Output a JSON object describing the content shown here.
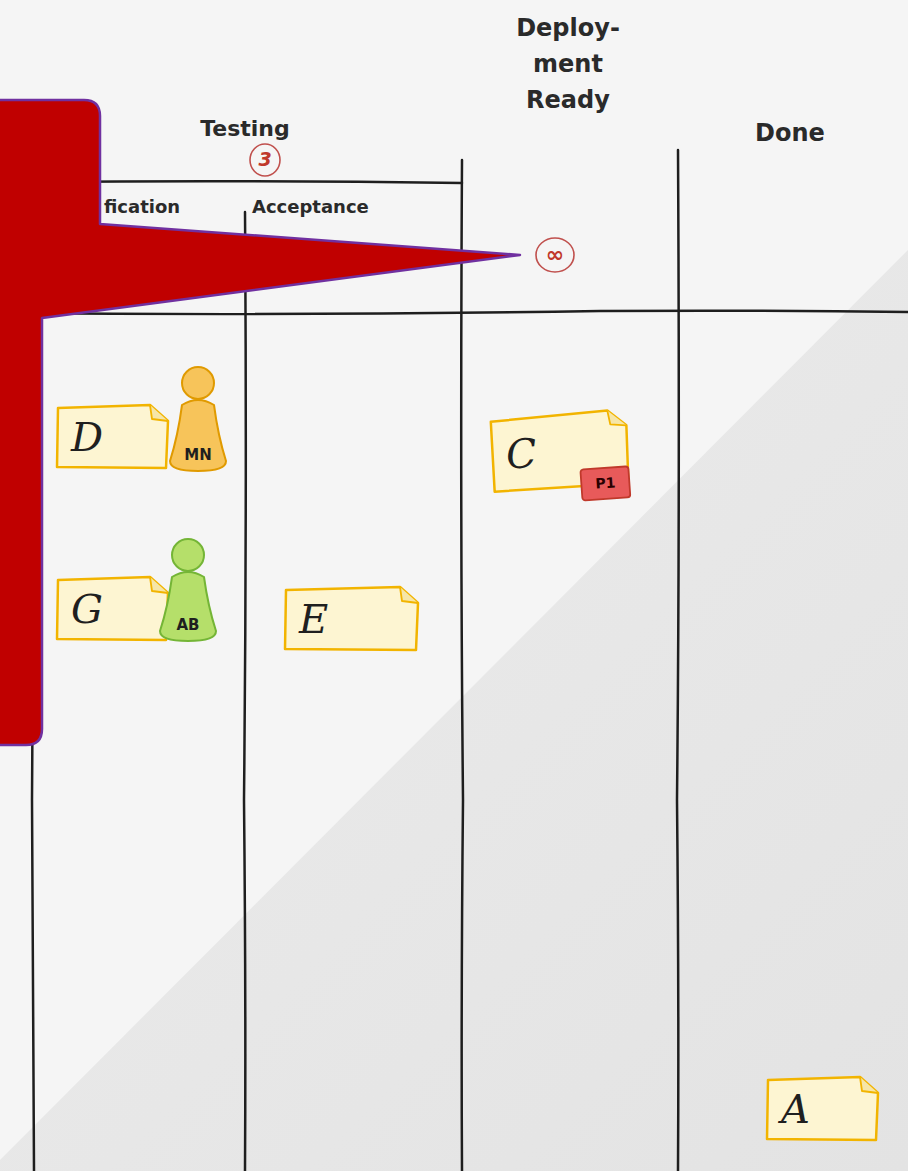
{
  "diagram": {
    "nodes": [
      {
        "text": [
          "D"
        ]
      },
      {
        "text": [
          "MN"
        ],
        "in": 0
      },
      {
        "text": [
          "C"
        ]
      },
      {
        "text": [
          "P1"
        ],
        "in": 2
      },
      {
        "text": [
          "G"
        ]
      },
      {
        "text": [
          "AB"
        ],
        "in": 4
      },
      {
        "text": [
          "E"
        ]
      },
      {
        "text": [
          "A"
        ]
      }
    ],
    "labels": [
      "Testing",
      "3",
      "fication",
      "Acceptance",
      "Deploy- ment Ready",
      "∞",
      "Done"
    ]
  }
}
